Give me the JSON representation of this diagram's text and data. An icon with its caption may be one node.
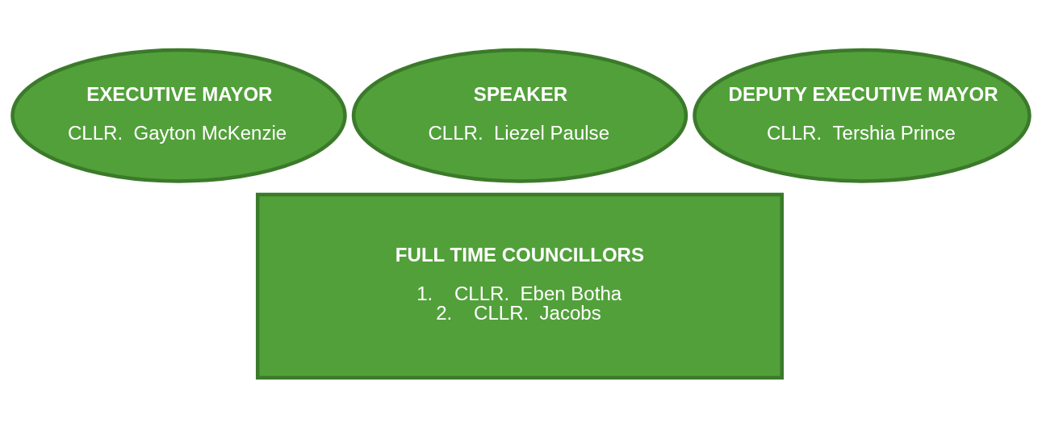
{
  "diagram": {
    "nodes": [
      {
        "text": [
          "EXECUTIVE MAYOR",
          "CLLR.  Gayton McKenzie"
        ]
      },
      {
        "text": [
          "SPEAKER",
          "CLLR.  Liezel Paulse"
        ]
      },
      {
        "text": [
          "DEPUTY EXECUTIVE MAYOR",
          "CLLR.  Tershia Prince"
        ]
      },
      {
        "text": [
          "FULL TIME COUNCILLORS",
          "1.    CLLR.  Eben Botha",
          "2.    CLLR.  Jacobs"
        ]
      }
    ],
    "edges": []
  }
}
